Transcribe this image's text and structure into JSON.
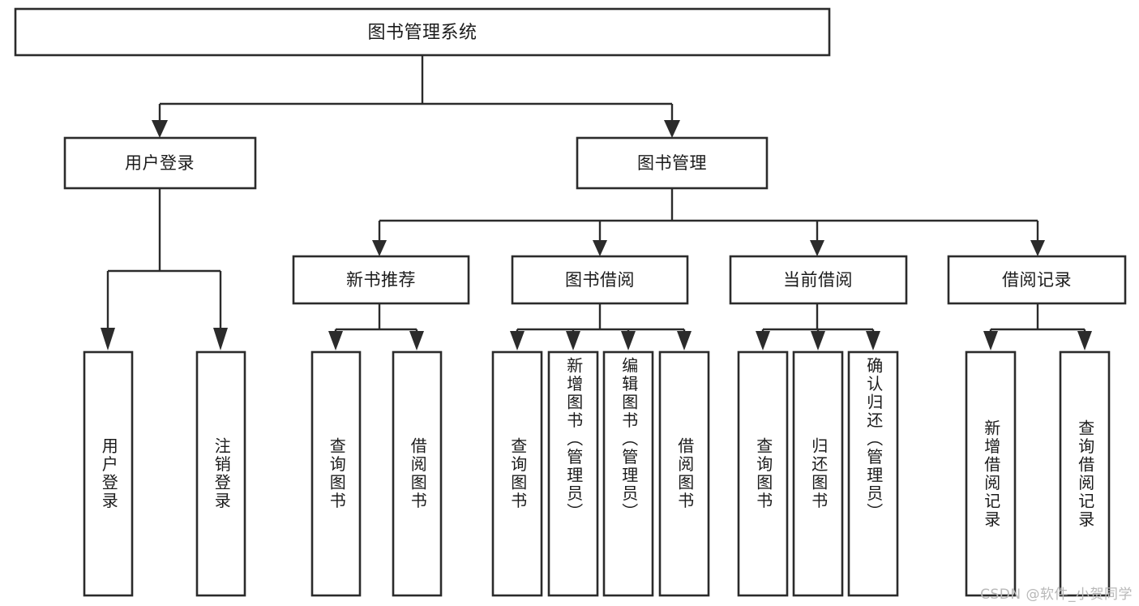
{
  "diagram": {
    "type": "tree",
    "title": "图书管理系统",
    "orientation": "top-down",
    "colors": {
      "box_stroke": "#2b2b2b",
      "box_fill": "#ffffff",
      "connector": "#2b2b2b",
      "text": "#1b1b1b",
      "background": "#ffffff",
      "watermark": "#b8b8b8"
    },
    "root": {
      "label": "图书管理系统",
      "level": 1
    },
    "level2": [
      {
        "label": "用户登录"
      },
      {
        "label": "图书管理"
      }
    ],
    "level3": [
      {
        "label": "新书推荐",
        "parent": "图书管理"
      },
      {
        "label": "图书借阅",
        "parent": "图书管理"
      },
      {
        "label": "当前借阅",
        "parent": "图书管理"
      },
      {
        "label": "借阅记录",
        "parent": "图书管理"
      }
    ],
    "leaves": {
      "user_login": [
        {
          "label": "用户登录"
        },
        {
          "label": "注销登录"
        }
      ],
      "new_book_recommend": [
        {
          "label": "查询图书"
        },
        {
          "label": "借阅图书"
        }
      ],
      "book_borrow": [
        {
          "label": "查询图书"
        },
        {
          "label": "新增图书（管理员）"
        },
        {
          "label": "编辑图书（管理员）"
        },
        {
          "label": "借阅图书"
        }
      ],
      "current_borrow": [
        {
          "label": "查询图书"
        },
        {
          "label": "归还图书"
        },
        {
          "label": "确认归还（管理员）"
        }
      ],
      "borrow_record": [
        {
          "label": "新增借阅记录"
        },
        {
          "label": "查询借阅记录"
        }
      ]
    },
    "watermark": "CSDN @软件_小贺同学"
  }
}
